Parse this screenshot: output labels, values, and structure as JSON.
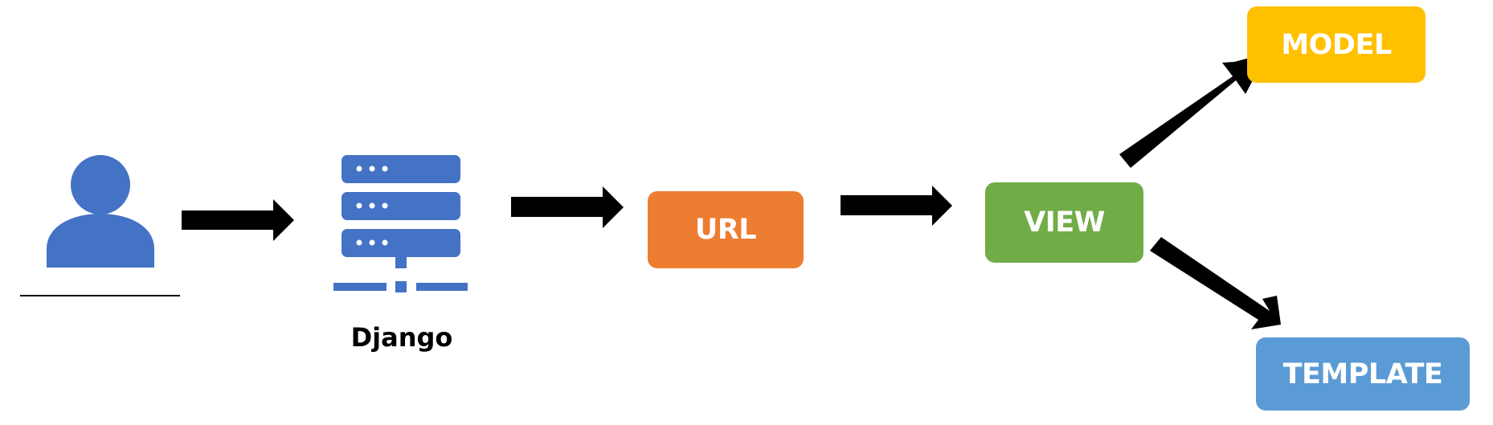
{
  "diagram": {
    "server_label": "Django",
    "nodes": {
      "url": {
        "label": "URL",
        "color": "#ED7D31"
      },
      "view": {
        "label": "VIEW",
        "color": "#70AD47"
      },
      "model": {
        "label": "MODEL",
        "color": "#FFC000"
      },
      "template": {
        "label": "TEMPLATE",
        "color": "#5B9BD5"
      }
    },
    "icons": {
      "user": {
        "name": "user-icon",
        "color": "#4472C4"
      },
      "server": {
        "name": "server-icon",
        "color": "#4472C4"
      }
    },
    "arrow_color": "#000000"
  }
}
